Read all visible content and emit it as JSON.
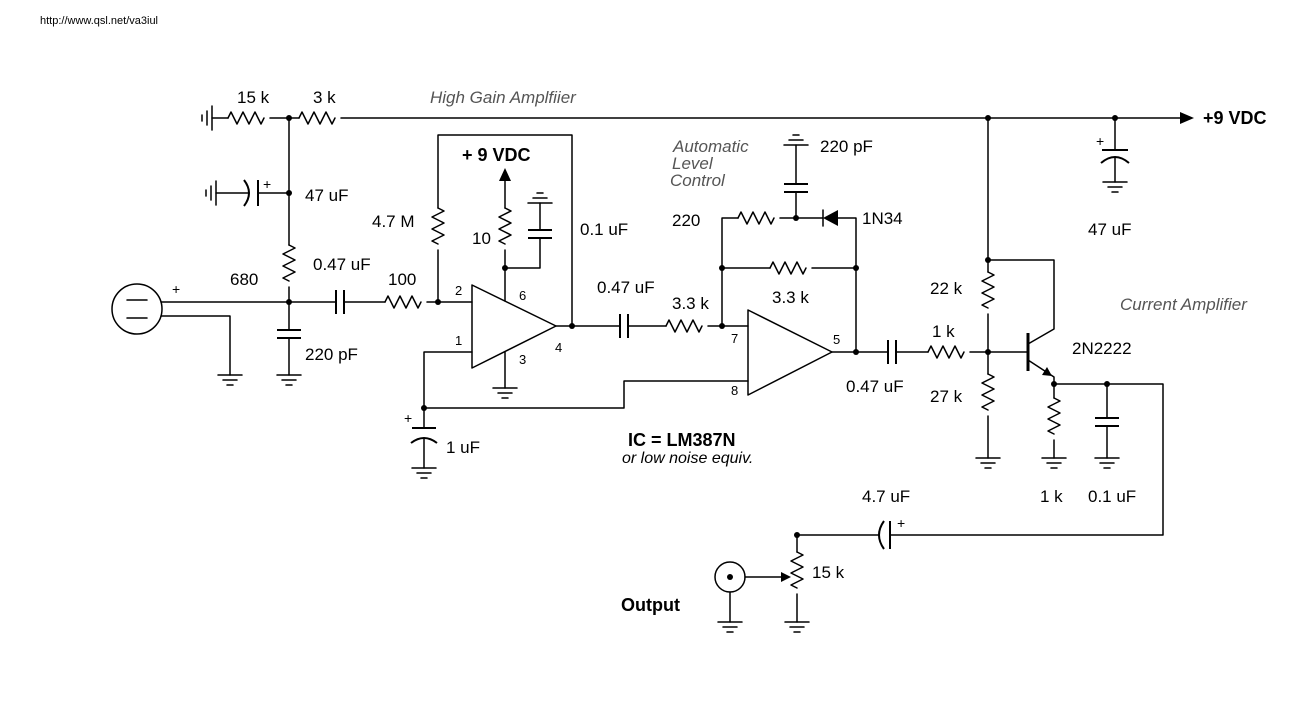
{
  "source_url": "http://www.qsl.net/va3iul",
  "sections": {
    "high_gain": "High Gain Amplfiier",
    "alc": [
      "Automatic",
      "Level",
      "Control"
    ],
    "current_amp": "Current Amplifier"
  },
  "supply": {
    "main": "+9 VDC",
    "ic1": "+ 9 VDC"
  },
  "components": {
    "r_15k_supply": "15 k",
    "r_3k_supply": "3 k",
    "c_47uf_left": "47 uF",
    "r_680": "680",
    "c_220pf_input": "220 pF",
    "c_047uf_input": "0.47 uF",
    "r_100": "100",
    "r_4_7m": "4.7 M",
    "r_10": "10",
    "c_01uf_ic1": "0.1 uF",
    "c_047uf_mid": "0.47 uF",
    "r_3_3k_input": "3.3 k",
    "r_3_3k_feedback": "3.3 k",
    "r_220": "220",
    "d_1n34": "1N34",
    "c_220pf_alc": "220 pF",
    "c_047uf_out": "0.47 uF",
    "r_1k_base": "1 k",
    "r_22k": "22 k",
    "r_27k": "27 k",
    "q_2n2222": "2N2222",
    "r_1k_emitter": "1 k",
    "c_01uf_emitter": "0.1 uF",
    "c_47uf_right": "47 uF",
    "c_1uf": "1 uF",
    "c_4_7uf_out": "4.7 uF",
    "pot_15k": "15 k"
  },
  "ic1_pins": {
    "p2": "2",
    "p6": "6",
    "p1": "1",
    "p3": "3",
    "p4": "4"
  },
  "ic2_pins": {
    "p7": "7",
    "p5": "5",
    "p8": "8"
  },
  "ic_note": {
    "part": "IC = LM387N",
    "alt": "or low noise equiv."
  },
  "output_label": "Output",
  "polarity_mark": "+",
  "colors": {
    "ink": "#000000",
    "muted": "#555555"
  }
}
